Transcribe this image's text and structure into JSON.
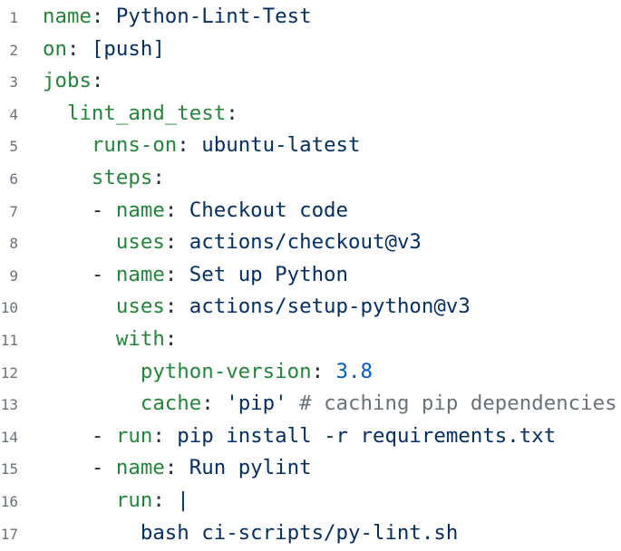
{
  "page": {
    "background": "#ffffff",
    "description": "Syntax-highlighted YAML code listing of a GitHub Actions workflow with line numbers 1-17"
  },
  "colors": {
    "key": "#22863a",
    "string": "#032f62",
    "number": "#005cc5",
    "comment": "#6a737d",
    "punct": "#24292f",
    "line_number": "#6a737d"
  },
  "code": {
    "language": "yaml",
    "lines": [
      {
        "number": "1",
        "indent": 0,
        "tokens": [
          {
            "text": "name",
            "type": "key"
          },
          {
            "text": ":",
            "type": "punct"
          },
          {
            "text": " Python-Lint-Test",
            "type": "string"
          }
        ]
      },
      {
        "number": "2",
        "indent": 0,
        "tokens": [
          {
            "text": "on",
            "type": "key"
          },
          {
            "text": ":",
            "type": "punct"
          },
          {
            "text": " [push]",
            "type": "string"
          }
        ]
      },
      {
        "number": "3",
        "indent": 0,
        "tokens": [
          {
            "text": "jobs",
            "type": "key"
          },
          {
            "text": ":",
            "type": "punct"
          }
        ]
      },
      {
        "number": "4",
        "indent": 2,
        "tokens": [
          {
            "text": "lint_and_test",
            "type": "key"
          },
          {
            "text": ":",
            "type": "punct"
          }
        ]
      },
      {
        "number": "5",
        "indent": 4,
        "tokens": [
          {
            "text": "runs-on",
            "type": "key"
          },
          {
            "text": ":",
            "type": "punct"
          },
          {
            "text": " ubuntu-latest",
            "type": "string"
          }
        ]
      },
      {
        "number": "6",
        "indent": 4,
        "tokens": [
          {
            "text": "steps",
            "type": "key"
          },
          {
            "text": ":",
            "type": "punct"
          }
        ]
      },
      {
        "number": "7",
        "indent": 4,
        "tokens": [
          {
            "text": "- ",
            "type": "punct"
          },
          {
            "text": "name",
            "type": "key"
          },
          {
            "text": ":",
            "type": "punct"
          },
          {
            "text": " Checkout code",
            "type": "string"
          }
        ]
      },
      {
        "number": "8",
        "indent": 6,
        "tokens": [
          {
            "text": "uses",
            "type": "key"
          },
          {
            "text": ":",
            "type": "punct"
          },
          {
            "text": " actions/checkout@v3",
            "type": "string"
          }
        ]
      },
      {
        "number": "9",
        "indent": 4,
        "tokens": [
          {
            "text": "- ",
            "type": "punct"
          },
          {
            "text": "name",
            "type": "key"
          },
          {
            "text": ":",
            "type": "punct"
          },
          {
            "text": " Set up Python",
            "type": "string"
          }
        ]
      },
      {
        "number": "10",
        "indent": 6,
        "tokens": [
          {
            "text": "uses",
            "type": "key"
          },
          {
            "text": ":",
            "type": "punct"
          },
          {
            "text": " actions/setup-python@v3",
            "type": "string"
          }
        ]
      },
      {
        "number": "11",
        "indent": 6,
        "tokens": [
          {
            "text": "with",
            "type": "key"
          },
          {
            "text": ":",
            "type": "punct"
          }
        ]
      },
      {
        "number": "12",
        "indent": 8,
        "tokens": [
          {
            "text": "python-version",
            "type": "key"
          },
          {
            "text": ":",
            "type": "punct"
          },
          {
            "text": " 3.8",
            "type": "number"
          }
        ]
      },
      {
        "number": "13",
        "indent": 8,
        "tokens": [
          {
            "text": "cache",
            "type": "key"
          },
          {
            "text": ":",
            "type": "punct"
          },
          {
            "text": " 'pip' ",
            "type": "string"
          },
          {
            "text": "# caching pip dependencies",
            "type": "comment"
          }
        ]
      },
      {
        "number": "14",
        "indent": 4,
        "tokens": [
          {
            "text": "- ",
            "type": "punct"
          },
          {
            "text": "run",
            "type": "key"
          },
          {
            "text": ":",
            "type": "punct"
          },
          {
            "text": " pip install -r requirements.txt",
            "type": "string"
          }
        ]
      },
      {
        "number": "15",
        "indent": 4,
        "tokens": [
          {
            "text": "- ",
            "type": "punct"
          },
          {
            "text": "name",
            "type": "key"
          },
          {
            "text": ":",
            "type": "punct"
          },
          {
            "text": " Run pylint",
            "type": "string"
          }
        ]
      },
      {
        "number": "16",
        "indent": 6,
        "tokens": [
          {
            "text": "run",
            "type": "key"
          },
          {
            "text": ":",
            "type": "punct"
          },
          {
            "text": " |",
            "type": "string"
          }
        ]
      },
      {
        "number": "17",
        "indent": 8,
        "tokens": [
          {
            "text": "bash ci-scripts/py-lint.sh",
            "type": "string"
          }
        ]
      }
    ]
  }
}
